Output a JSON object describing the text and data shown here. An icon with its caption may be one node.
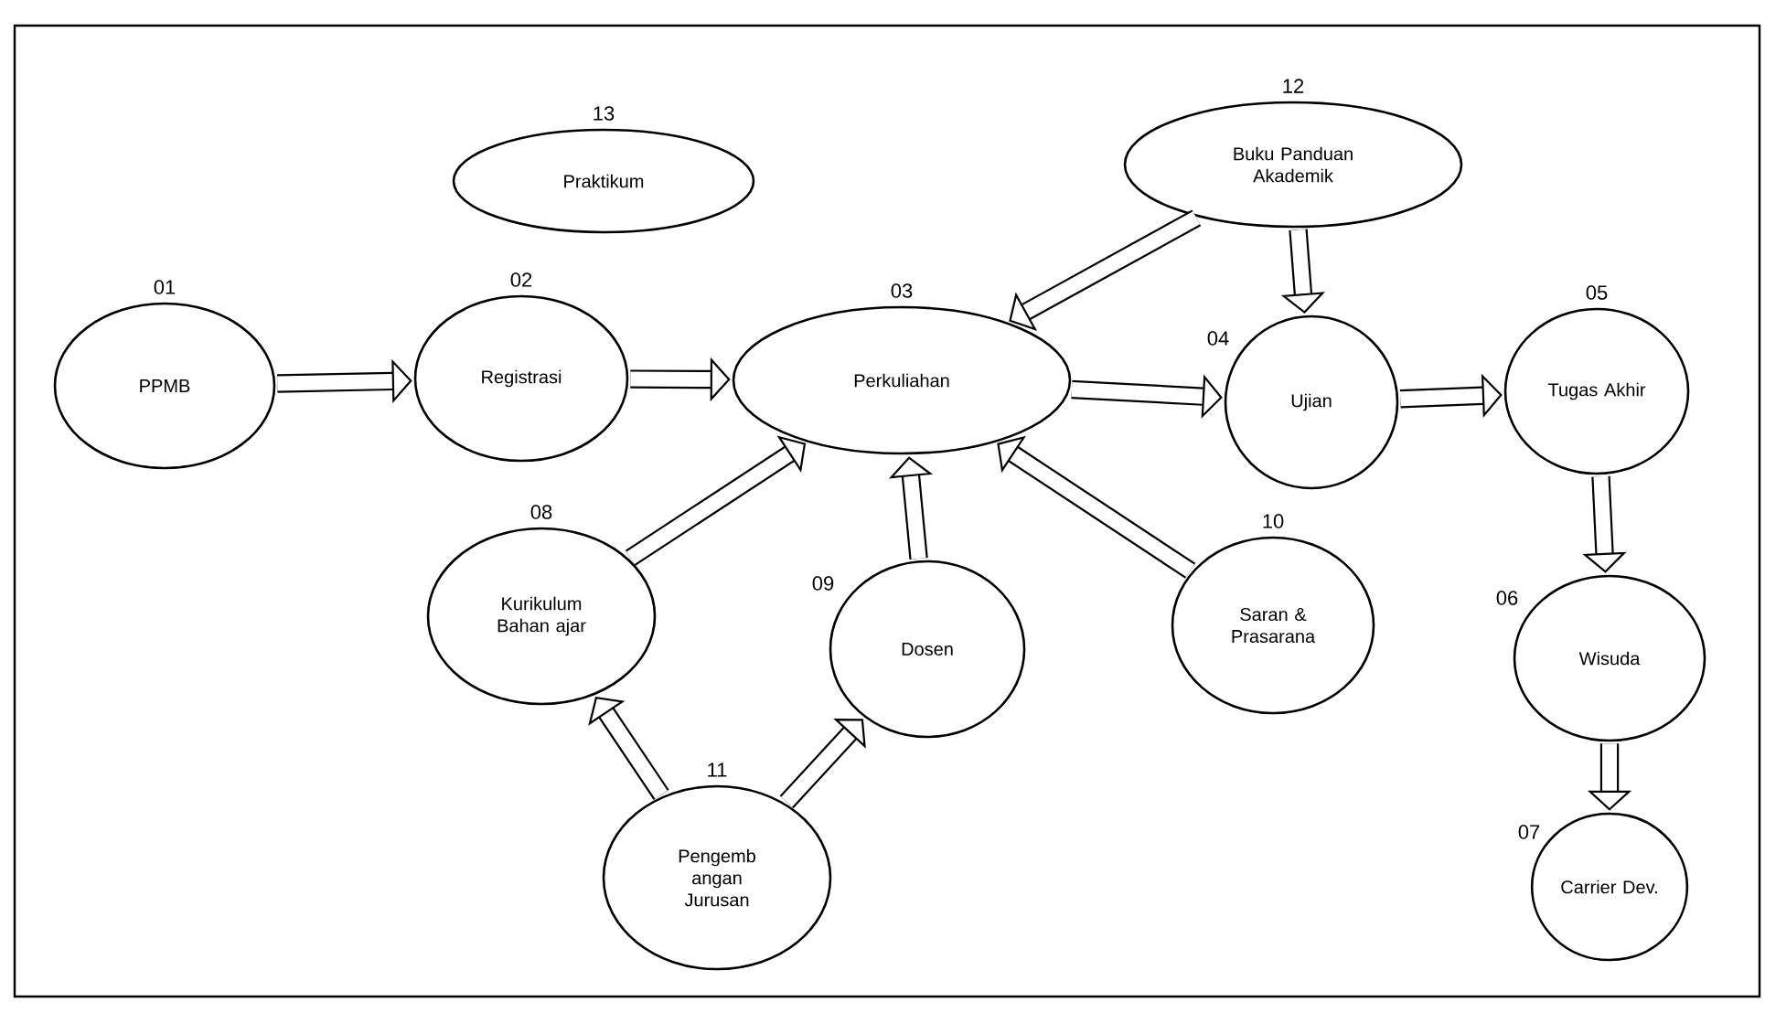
{
  "diagram": {
    "nodes": [
      {
        "text": [
          "PPMB"
        ],
        "beside": [
          "01"
        ]
      },
      {
        "text": [
          "Registrasi"
        ],
        "beside": [
          "02"
        ]
      },
      {
        "text": [
          "Perkuliahan"
        ],
        "beside": [
          "03"
        ]
      },
      {
        "text": [
          "Ujian"
        ],
        "beside": [
          "04"
        ]
      },
      {
        "text": [
          "Tugas Akhir"
        ],
        "beside": [
          "05"
        ]
      },
      {
        "text": [
          "Wisuda"
        ],
        "beside": [
          "06"
        ]
      },
      {
        "text": [
          "Carrier Dev."
        ],
        "beside": [
          "07"
        ]
      },
      {
        "text": [
          "Kurikulum Bahan ajar"
        ],
        "beside": [
          "08"
        ]
      },
      {
        "text": [
          "Dosen"
        ],
        "beside": [
          "09"
        ]
      },
      {
        "text": [
          "Saran & Prasarana"
        ],
        "beside": [
          "10"
        ]
      },
      {
        "text": [
          "Pengemb angan Jurusan"
        ],
        "beside": [
          "11"
        ]
      },
      {
        "text": [
          "Buku Panduan Akademik"
        ],
        "beside": [
          "12"
        ]
      },
      {
        "text": [
          "Praktikum"
        ],
        "beside": [
          "13"
        ]
      }
    ],
    "edges": [
      {
        "from": 0,
        "to": 1,
        "arrow": "to"
      },
      {
        "from": 1,
        "to": 2,
        "arrow": "to"
      },
      {
        "from": 2,
        "to": 3,
        "arrow": "to"
      },
      {
        "from": 3,
        "to": 4,
        "arrow": "to"
      },
      {
        "from": 4,
        "to": 5,
        "arrow": "to"
      },
      {
        "from": 5,
        "to": 6,
        "arrow": "to"
      },
      {
        "from": 11,
        "to": 2,
        "arrow": "to"
      },
      {
        "from": 11,
        "to": 3,
        "arrow": "to"
      },
      {
        "from": 7,
        "to": 2,
        "arrow": "to"
      },
      {
        "from": 8,
        "to": 2,
        "arrow": "to"
      },
      {
        "from": 9,
        "to": 2,
        "arrow": "to"
      },
      {
        "from": 10,
        "to": 7,
        "arrow": "to"
      },
      {
        "from": 10,
        "to": 8,
        "arrow": "to"
      }
    ]
  }
}
